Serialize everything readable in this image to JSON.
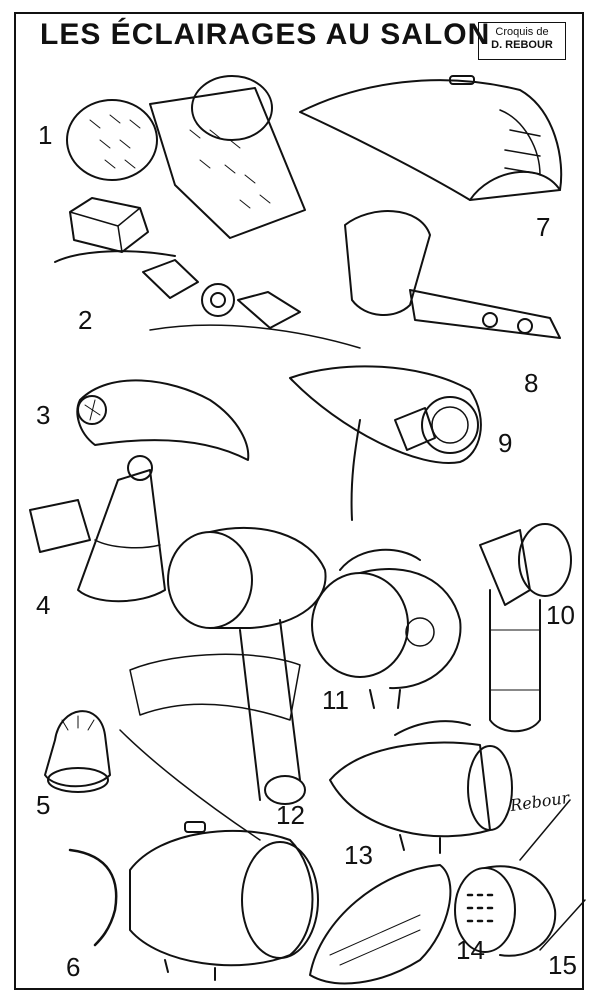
{
  "title": "LES ÉCLAIRAGES AU SALON",
  "credit": {
    "line1": "Croquis de",
    "line2": "D. REBOUR"
  },
  "signature": "Rebour",
  "item_numbers": [
    "1",
    "2",
    "3",
    "4",
    "5",
    "6",
    "7",
    "8",
    "9",
    "10",
    "11",
    "12",
    "13",
    "14",
    "15"
  ],
  "ink_color": "#111111",
  "paper_color": "#ffffff"
}
